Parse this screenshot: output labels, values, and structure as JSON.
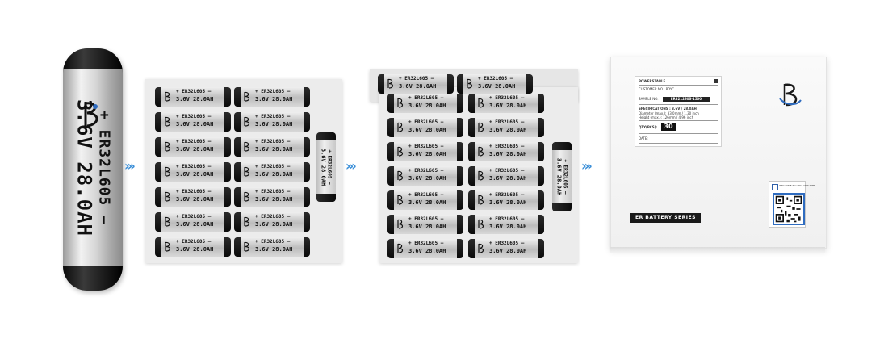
{
  "big_battery": {
    "model_text": "+ ER32L605 –",
    "spec_text": "3.6V 28.0AH"
  },
  "cell": {
    "model_text": "+ ER32L605 –",
    "spec_text": "3.6V 28.0AH"
  },
  "arrow_glyph": "›››",
  "box": {
    "brand": "POWERSTABLE",
    "customer_label": "CUSTOMER NO.: PDYC",
    "sample_label": "SAMPLE NO.",
    "sample_value": "ER321260S-1500",
    "spec_label": "SPECIFICATIONS : 3.6V / 28.0AH",
    "diameter": "Diameter (max.): 33.0mm / 1.30 inch",
    "height": "Height (max.): 126mm / 4.96 inch",
    "qty_label": "QTY(PCS):",
    "qty_value": "30",
    "date_label": "DATE:",
    "series": "ER BATTERY SERIES",
    "qr_caption": "WELCOME TO VISIT OUR SITE"
  },
  "colors": {
    "arrow": "#3b8fd8",
    "battery_body": "#111111",
    "battery_wrap": "#d6d6d6",
    "qr_border": "#2f6cc0"
  }
}
